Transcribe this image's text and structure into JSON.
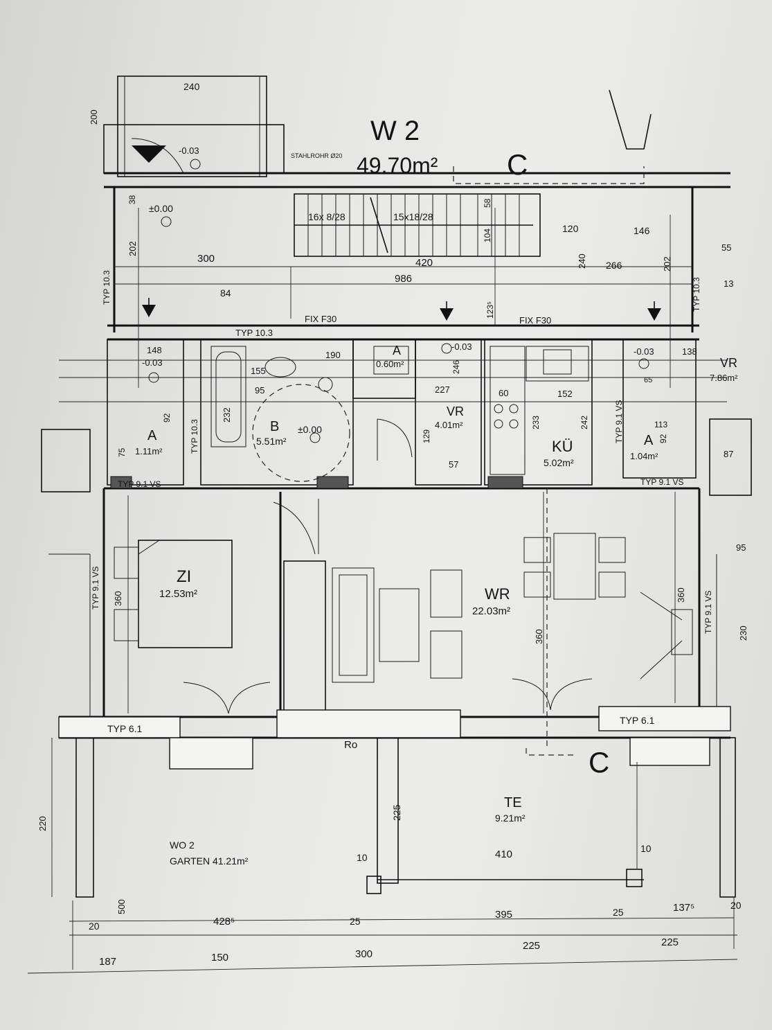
{
  "unit": {
    "name": "W 2",
    "area": "49.70m²",
    "steel_pipe_note": "STAHLROHR Ø20",
    "stair_left": "16x 8/28",
    "stair_right": "15x18/28"
  },
  "section_marker": "C",
  "rooms": {
    "bath": {
      "code": "B",
      "area": "5.51m²",
      "level": "±0.00"
    },
    "wc": {
      "code": "A",
      "area": "0.60m²"
    },
    "hall": {
      "code": "VR",
      "area": "4.01m²"
    },
    "kitchen": {
      "code": "KÜ",
      "area": "5.02m²"
    },
    "bedroom": {
      "code": "ZI",
      "area": "12.53m²"
    },
    "living": {
      "code": "WR",
      "area": "22.03m²"
    },
    "terrace": {
      "code": "TE",
      "area": "9.21m²"
    },
    "shaft_left": {
      "code": "A",
      "area": "1.11m²"
    },
    "shaft_right": {
      "code": "A",
      "area": "1.04m²"
    },
    "hall_right": {
      "code": "VR",
      "area": "7.86m²"
    },
    "garden": {
      "line1": "WO 2",
      "line2": "GARTEN 41.21m²"
    }
  },
  "levels": [
    "±0.00",
    "-0.03"
  ],
  "wall_types": {
    "typ_103": "TYP 10.3",
    "typ_91vs": "TYP 9.1 VS",
    "typ_61": "TYP 6.1",
    "fix_f30": "FIX  F30",
    "ro": "Ro"
  },
  "dimensions": {
    "d240_top": "240",
    "d200": "200",
    "d300": "300",
    "d420": "420",
    "d986": "986",
    "d120": "120",
    "d146": "146",
    "d266": "266",
    "d240_mid": "240",
    "d202_left": "202",
    "d202_right": "202",
    "d104": "104",
    "d58": "58",
    "d38": "38",
    "d84": "84",
    "d148": "148",
    "d155": "155",
    "d95": "95",
    "d232": "232",
    "d190": "190",
    "d227": "227",
    "d246": "246",
    "d60": "60",
    "d152": "152",
    "d233": "233",
    "d242": "242",
    "d129": "129",
    "d57": "57",
    "d360_left": "360",
    "d360_mid": "360",
    "d360_right": "360",
    "d230": "230",
    "d95_right": "95",
    "d87": "87",
    "d138": "138",
    "d225_v": "225",
    "d410": "410",
    "d220": "220",
    "d500": "500",
    "d428": "428⁵",
    "d395": "395",
    "d137": "137⁵",
    "d25a": "25",
    "d25b": "25",
    "d20a": "20",
    "d20b": "20",
    "d10a": "10",
    "d10b": "10",
    "b187": "187",
    "b150": "150",
    "b300": "300",
    "b225a": "225",
    "b225b": "225",
    "d123": "123⁵",
    "d55": "55",
    "d13": "13",
    "d92a": "92",
    "d92b": "92",
    "d75": "75",
    "d113": "113",
    "d65": "65"
  }
}
